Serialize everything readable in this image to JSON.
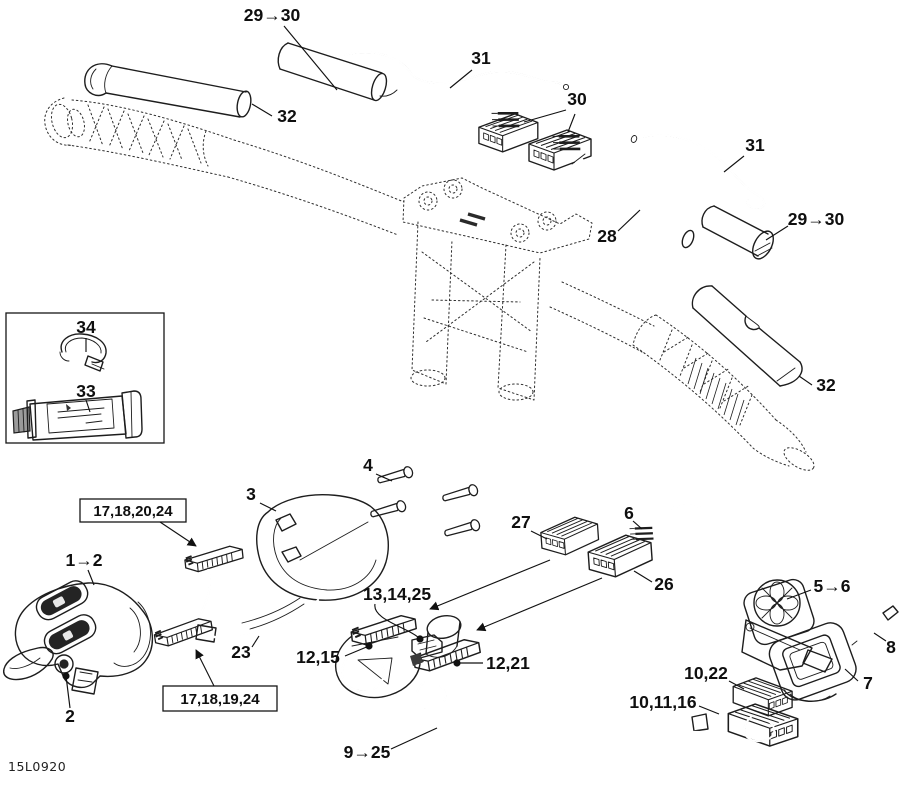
{
  "document": {
    "code": "15L0920"
  },
  "callouts": {
    "sleeve_top_29_30": "29→30",
    "cable_top_31": "31",
    "sleeve_left_32": "32",
    "terminals_30": "30",
    "cable_right_31": "31",
    "tube_28": "28",
    "sleeve_right_29_30": "29→30",
    "sleeve_right_32": "32",
    "clip_34": "34",
    "adhesive_33": "33",
    "screws_4": "4",
    "housing_3": "3",
    "box_17_18_20_24": "17,18,20,24",
    "switch_1_2": "1→2",
    "switch_2": "2",
    "box_17_18_19_24": "17,18,19,24",
    "wire_23": "23",
    "conn_13_14_25": "13,14,25",
    "conn_12_15": "12,15",
    "conn_12_21": "12,21",
    "conn_27": "27",
    "conn_26": "26",
    "pins_6": "6",
    "dial_5_6": "5→6",
    "pin_8": "8",
    "switch_7": "7",
    "conn_10_22": "10,22",
    "conn_10_11_16": "10,11,16",
    "harness_9_25": "9→25"
  }
}
